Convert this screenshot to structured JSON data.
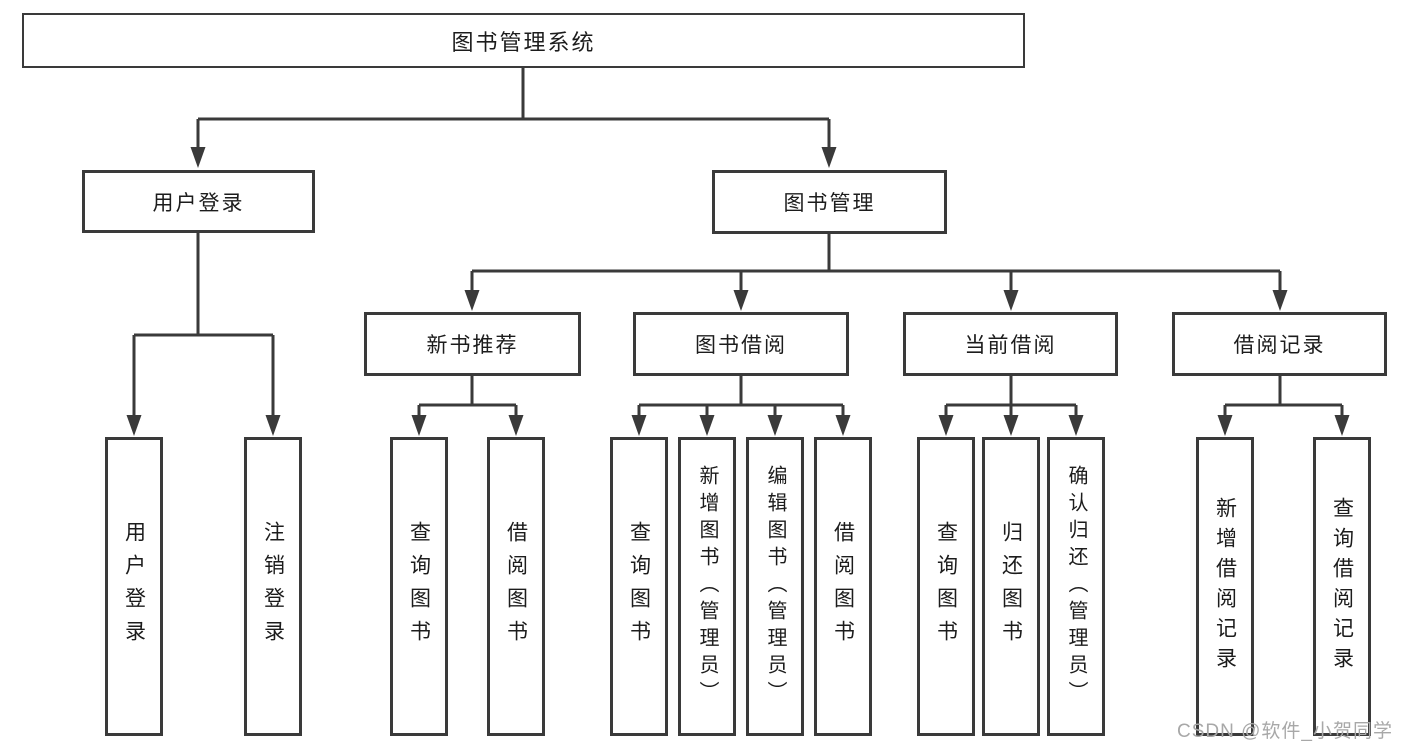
{
  "diagram_title": "图书管理系统",
  "tree": {
    "label": "图书管理系统",
    "children": [
      {
        "label": "用户登录",
        "children": [
          {
            "label": "用户登录"
          },
          {
            "label": "注销登录"
          }
        ]
      },
      {
        "label": "图书管理",
        "children": [
          {
            "label": "新书推荐",
            "children": [
              {
                "label": "查询图书"
              },
              {
                "label": "借阅图书"
              }
            ]
          },
          {
            "label": "图书借阅",
            "children": [
              {
                "label": "查询图书"
              },
              {
                "label": "新增图书（管理员）"
              },
              {
                "label": "编辑图书（管理员）"
              },
              {
                "label": "借阅图书"
              }
            ]
          },
          {
            "label": "当前借阅",
            "children": [
              {
                "label": "查询图书"
              },
              {
                "label": "归还图书"
              },
              {
                "label": "确认归还（管理员）"
              }
            ]
          },
          {
            "label": "借阅记录",
            "children": [
              {
                "label": "新增借阅记录"
              },
              {
                "label": "查询借阅记录"
              }
            ]
          }
        ]
      }
    ]
  },
  "watermark": {
    "text": "CSDN @软件_小贺同学"
  },
  "colors": {
    "line": "#3a3a3a",
    "box_border": "#3a3a3a",
    "text": "#1c1c1c",
    "watermark": "#a8a8a8",
    "background": "#ffffff"
  }
}
